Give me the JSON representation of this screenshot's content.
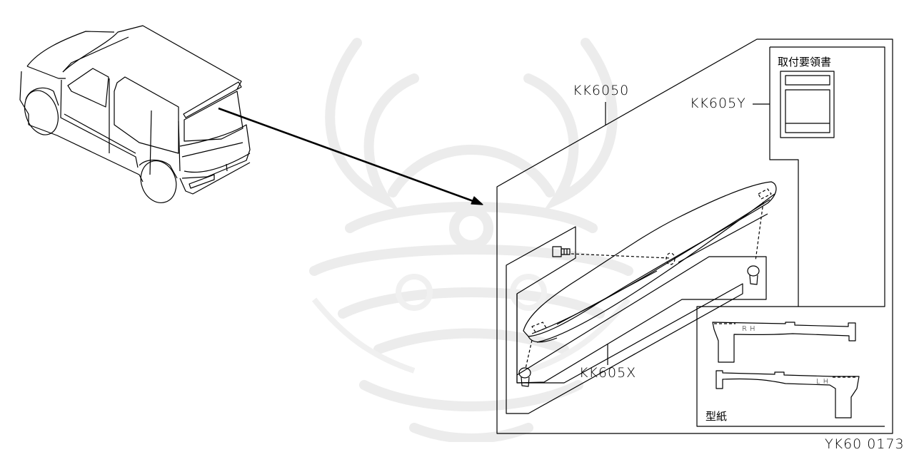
{
  "diagram": {
    "type": "parts-exploded-view",
    "figure_id": "YK60 0173",
    "colors": {
      "line": "#000000",
      "background": "#ffffff",
      "watermark": "#ececec"
    },
    "callouts": {
      "assembly": "KK6050",
      "spoiler": "KK605X",
      "instructions_kit": "KK605Y"
    },
    "labels": {
      "instructions": "取付要領書",
      "template": "型紙",
      "template_rh": "RH",
      "template_lh": "LH"
    },
    "icons": {
      "vehicle": "vehicle-rear-view-icon",
      "pointer_arrow": "arrow-icon",
      "bolt": "bolt-icon",
      "clip": "clip-icon",
      "instruction_sheet": "document-icon",
      "watermark": "samurai-helmet-watermark-icon"
    }
  }
}
